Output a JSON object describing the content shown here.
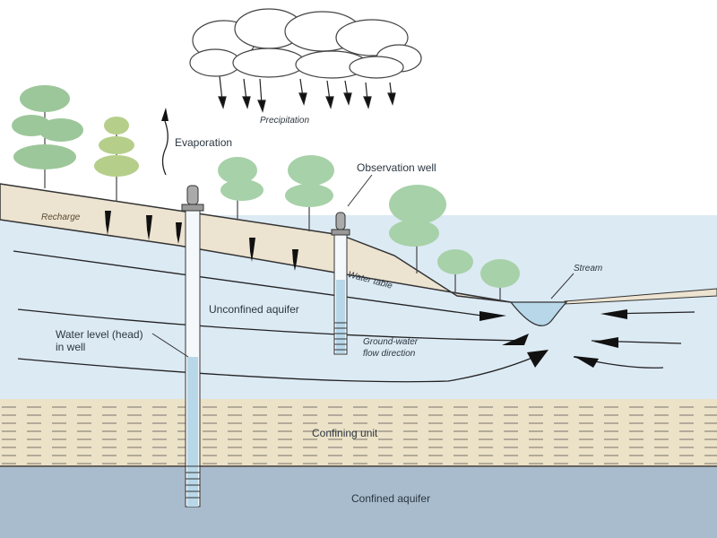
{
  "labels": {
    "precipitation": "Precipitation",
    "evaporation": "Evaporation",
    "observation_well": "Observation well",
    "recharge": "Recharge",
    "water_table": "Water table",
    "stream": "Stream",
    "unconfined_aquifer": "Unconfined aquifer",
    "water_level_line1": "Water level (head)",
    "water_level_line2": "in well",
    "flow_line1": "Ground-water",
    "flow_line2": "flow direction",
    "confining_unit": "Confining unit",
    "confined_aquifer": "Confined aquifer"
  },
  "colors": {
    "soil": "#ece3d0",
    "unconfined_aquifer": "#dceaf4",
    "confining_unit": "#ece2c8",
    "confined_aquifer": "#a9bccd",
    "stream_water": "#b8d8ea",
    "tree_foliage": "#9cc79a"
  }
}
